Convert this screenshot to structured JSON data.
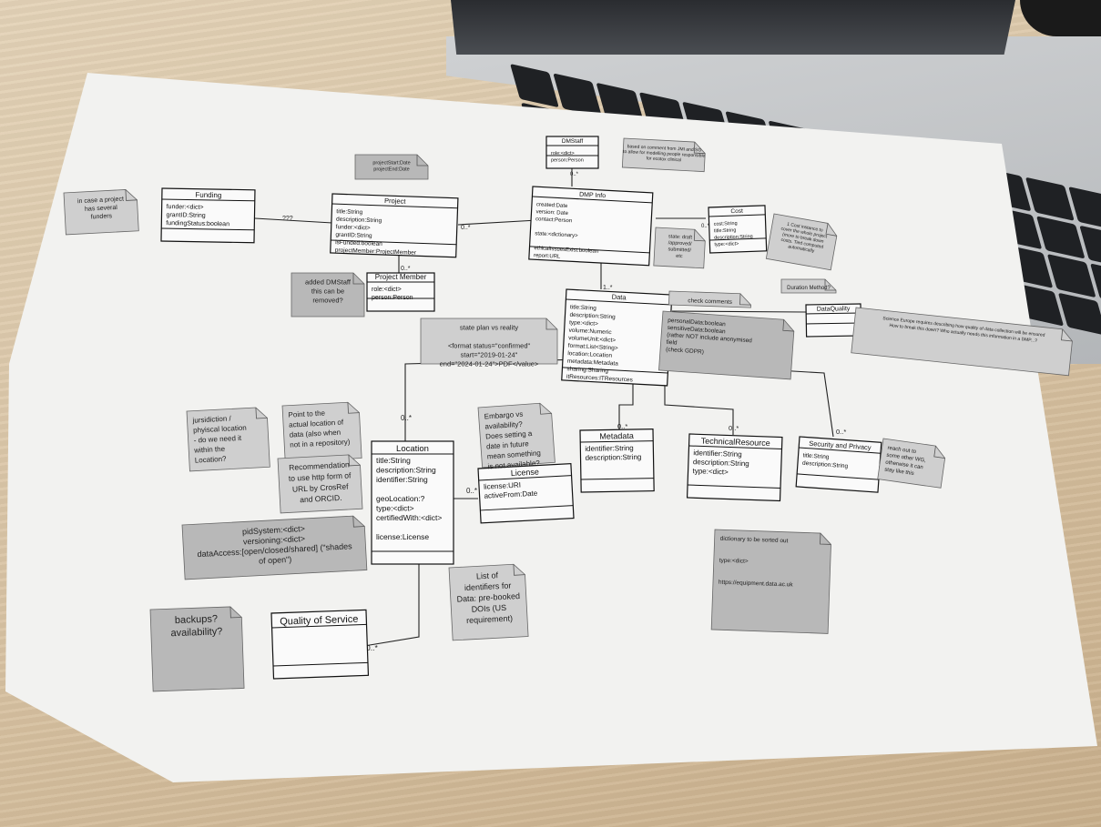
{
  "scene": {
    "desk_color": "#d8c2a2",
    "paper_color": "#f2f2f0",
    "note_color": "#cfcfcf",
    "note_dark_color": "#b8b8b8",
    "laptop_key_count": 60
  },
  "diagram": {
    "classes": {
      "dmstaff": {
        "title": "DMStaff",
        "attrs": [
          "role:<dict>",
          "person:Person"
        ]
      },
      "dmp_info": {
        "title": "DMP Info",
        "attrs": [
          "created:Date",
          "version: Date",
          "contact:Person",
          "",
          "state:<dictionary>",
          "",
          "ethicalIssuesExist:boolean",
          "report:URL"
        ]
      },
      "project": {
        "title": "Project",
        "attrs": [
          "title:String",
          "description:String",
          "funder:<dict>",
          "grantID:String",
          "isFunded:boolean",
          "projectMember:ProjectMember"
        ]
      },
      "funding": {
        "title": "Funding",
        "attrs": [
          "funder:<dict>",
          "grantID:String",
          "fundingStatus:boolean"
        ]
      },
      "project_member": {
        "title": "Project Member",
        "attrs": [
          "role:<dict>",
          "person:Person"
        ]
      },
      "cost": {
        "title": "Cost",
        "attrs": [
          "cost:String",
          "title:String",
          "description:String",
          "type:<dict>"
        ]
      },
      "data": {
        "title": "Data",
        "attrs": [
          "title:String",
          "description:String",
          "type:<dict>",
          "volume:Numeric",
          "volumeUnit:<dict>",
          "format:List<String>",
          "location:Location",
          "metadata:Metadata",
          "sharing:Sharing",
          "itResources:ITResources"
        ]
      },
      "data_quality": {
        "title": "DataQuality",
        "attrs": []
      },
      "location": {
        "title": "Location",
        "attrs": [
          "title:String",
          "description:String",
          "identifier:String",
          "",
          "geoLocation:?",
          "type:<dict>",
          "certifiedWith:<dict>",
          "",
          "license:License"
        ]
      },
      "license": {
        "title": "License",
        "attrs": [
          "license:URI",
          "activeFrom:Date"
        ]
      },
      "metadata": {
        "title": "Metadata",
        "attrs": [
          "identifier:String",
          "description:String"
        ]
      },
      "technical_resource": {
        "title": "TechnicalResource",
        "attrs": [
          "identifier:String",
          "description:String",
          "type:<dict>"
        ]
      },
      "security_privacy": {
        "title": "Security and Privacy",
        "attrs": [
          "title:String",
          "description:String"
        ]
      },
      "quality_of_service": {
        "title": "Quality of Service",
        "attrs": []
      }
    },
    "multiplicities": {
      "dmstaff_dmp": "0..*",
      "project_dmp": "0..*",
      "funding_project": "???",
      "project_member": "0..*",
      "cost_dmp": "0..*",
      "dmp_data": "1..*",
      "data_location": "0..*",
      "data_metadata": "0..*",
      "data_technical": "0..*",
      "data_security": "0..*",
      "location_license": "0..*",
      "location_qos": "0..*"
    },
    "notes": {
      "funders": [
        "in case a project",
        "has several",
        "funders"
      ],
      "project_dates": [
        "projectStart:Date",
        "projectEnd:Date"
      ],
      "dmstaff_note": [
        "added DMStaff",
        "this can be",
        "removed?"
      ],
      "based_on": [
        "based on comment from JMI and SG",
        "to allow for modelling people responsible",
        "for ecotox clinical"
      ],
      "state": [
        "state: draft",
        "/approved/",
        "submitted/",
        "etc"
      ],
      "cost_note": [
        "1 Cost instance to",
        "cover the whole project",
        "(more to break down",
        "costs. Tied computed",
        "automatically"
      ],
      "duration": [
        "Duration Method?"
      ],
      "check_comments": [
        "check comments"
      ],
      "personal": [
        "personalData:boolean",
        "sensitiveData:boolean",
        "(rather NOT include anonymised",
        "field",
        "(check GDPR)"
      ],
      "science_europe": [
        "Science Europe requires describing how quality of data collection will be ensured",
        "How to break this down? Who actually needs this information in a DMP...?"
      ],
      "state_plan": [
        "state plan vs reality",
        "",
        "<format status=\"confirmed\"",
        "start=\"2019-01-24\"",
        "end=\"2024-01-24\">PDF</value>"
      ],
      "jurisdiction": [
        "jursidiction /",
        "phyiscal location",
        "- do we need it",
        "within the",
        "Location?"
      ],
      "point_to": [
        "Point to the",
        "actual location of",
        "data (also when",
        "not in a repository)"
      ],
      "embargo": [
        "Embargo vs",
        "availability?",
        "Does setting a",
        "date in future",
        "mean something",
        "is not available?"
      ],
      "recommendation": [
        "Recommendation",
        "to use http form of",
        "URL by CrosRef",
        "and ORCID."
      ],
      "pidsystem": [
        "pidSystem:<dict>",
        "versioning:<dict>",
        "dataAccess:[open/closed/shared] (\"shades",
        "of open\")"
      ],
      "identifiers": [
        "List of",
        "identifiers for",
        "Data: pre-booked",
        "DOIs (US",
        "requirement)"
      ],
      "reach_out": [
        "reach out to",
        "some other WG,",
        "otherwise it can",
        "stay like this"
      ],
      "dictionary": [
        "dictionary to be sorted out",
        "",
        "type:<dict>",
        "",
        "https://equipment.data.ac.uk"
      ],
      "backups": [
        "backups?",
        "availability?"
      ]
    }
  }
}
